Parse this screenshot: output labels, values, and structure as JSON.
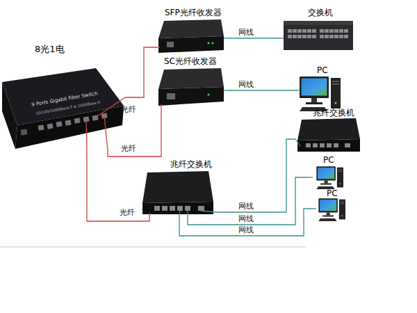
{
  "diagram": {
    "nodes": [
      {
        "text": [
          "8光1电",
          "9 Ports Gigabit Fiber Switch",
          "10/100/1000Base-T & 1000Base-X"
        ]
      },
      {
        "text": [
          "SFP光纤收发器"
        ]
      },
      {
        "text": [
          "交换机"
        ]
      },
      {
        "text": [
          "SC光纤收发器"
        ]
      },
      {
        "text": [
          "PC"
        ]
      },
      {
        "text": [
          "兆纤交换机"
        ]
      },
      {
        "text": [
          "PC"
        ]
      },
      {
        "text": [
          "PC"
        ]
      },
      {
        "text": [
          "兆纤交换机"
        ]
      }
    ],
    "edges": [
      {
        "from": 0,
        "to": 1,
        "label": "光纤",
        "arrow": "none"
      },
      {
        "from": 0,
        "to": 3,
        "label": "光纤",
        "arrow": "none"
      },
      {
        "from": 0,
        "to": 8,
        "label": "光纤",
        "arrow": "none"
      },
      {
        "from": 1,
        "to": 2,
        "label": "网线",
        "arrow": "none"
      },
      {
        "from": 3,
        "to": 4,
        "label": "网线",
        "arrow": "none"
      },
      {
        "from": 8,
        "to": 5,
        "label": "网线",
        "arrow": "none"
      },
      {
        "from": 8,
        "to": 6,
        "label": "网线",
        "arrow": "none"
      },
      {
        "from": 8,
        "to": 7,
        "label": "网线",
        "arrow": "none"
      }
    ]
  }
}
